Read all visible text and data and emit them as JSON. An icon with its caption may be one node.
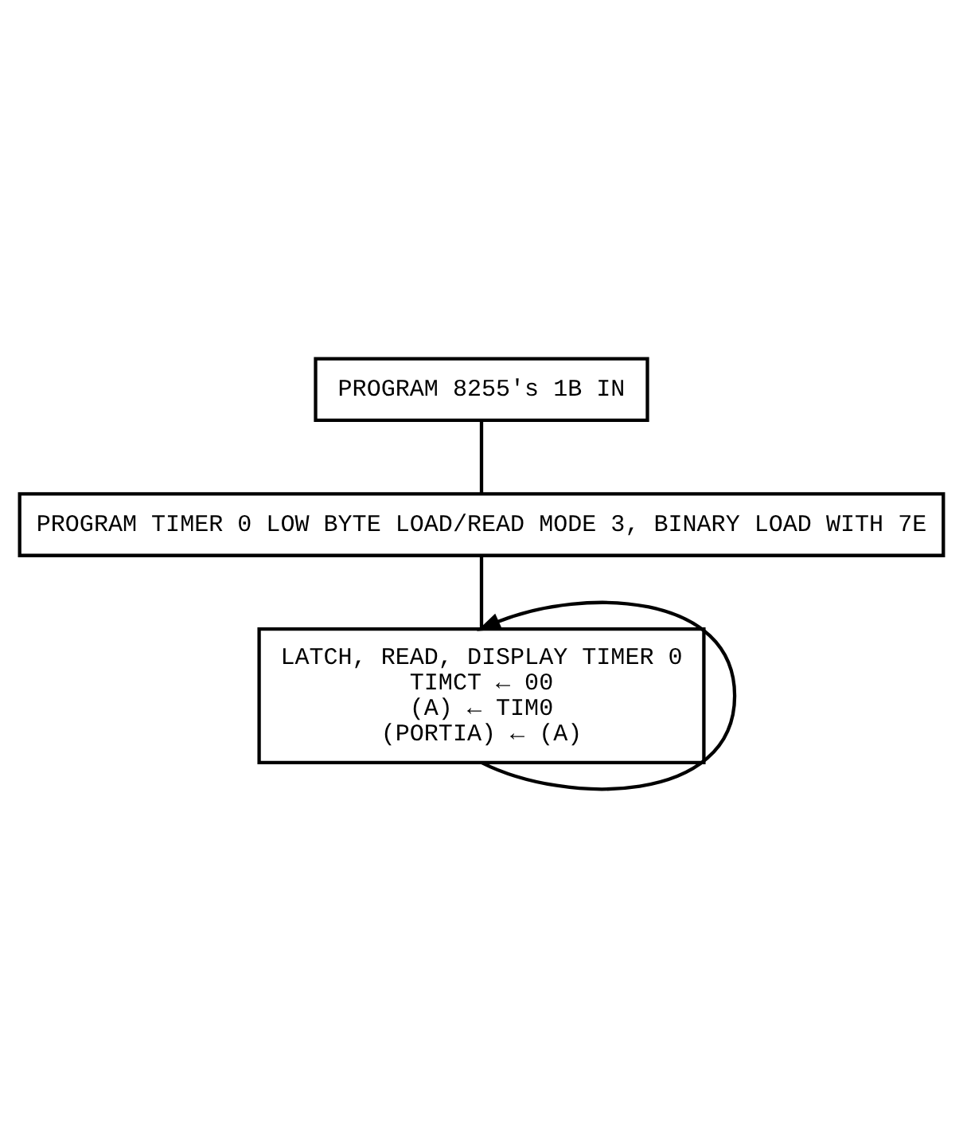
{
  "diagram": {
    "nodes": [
      {
        "text": [
          "PROGRAM 8255's 1B IN"
        ]
      },
      {
        "text": [
          "PROGRAM TIMER 0 LOW BYTE LOAD/READ MODE 3, BINARY LOAD WITH 7E"
        ]
      },
      {
        "text": [
          "LATCH, READ, DISPLAY TIMER 0",
          "TIMCT ← 00",
          "(A) ← TIM0",
          "(PORTIA) ← (A)"
        ]
      }
    ],
    "edges": [
      {
        "from": 0,
        "to": 1,
        "arrow": "none"
      },
      {
        "from": 1,
        "to": 2,
        "arrow": "none"
      },
      {
        "from": 2,
        "to": 2,
        "arrow": "to"
      }
    ]
  }
}
